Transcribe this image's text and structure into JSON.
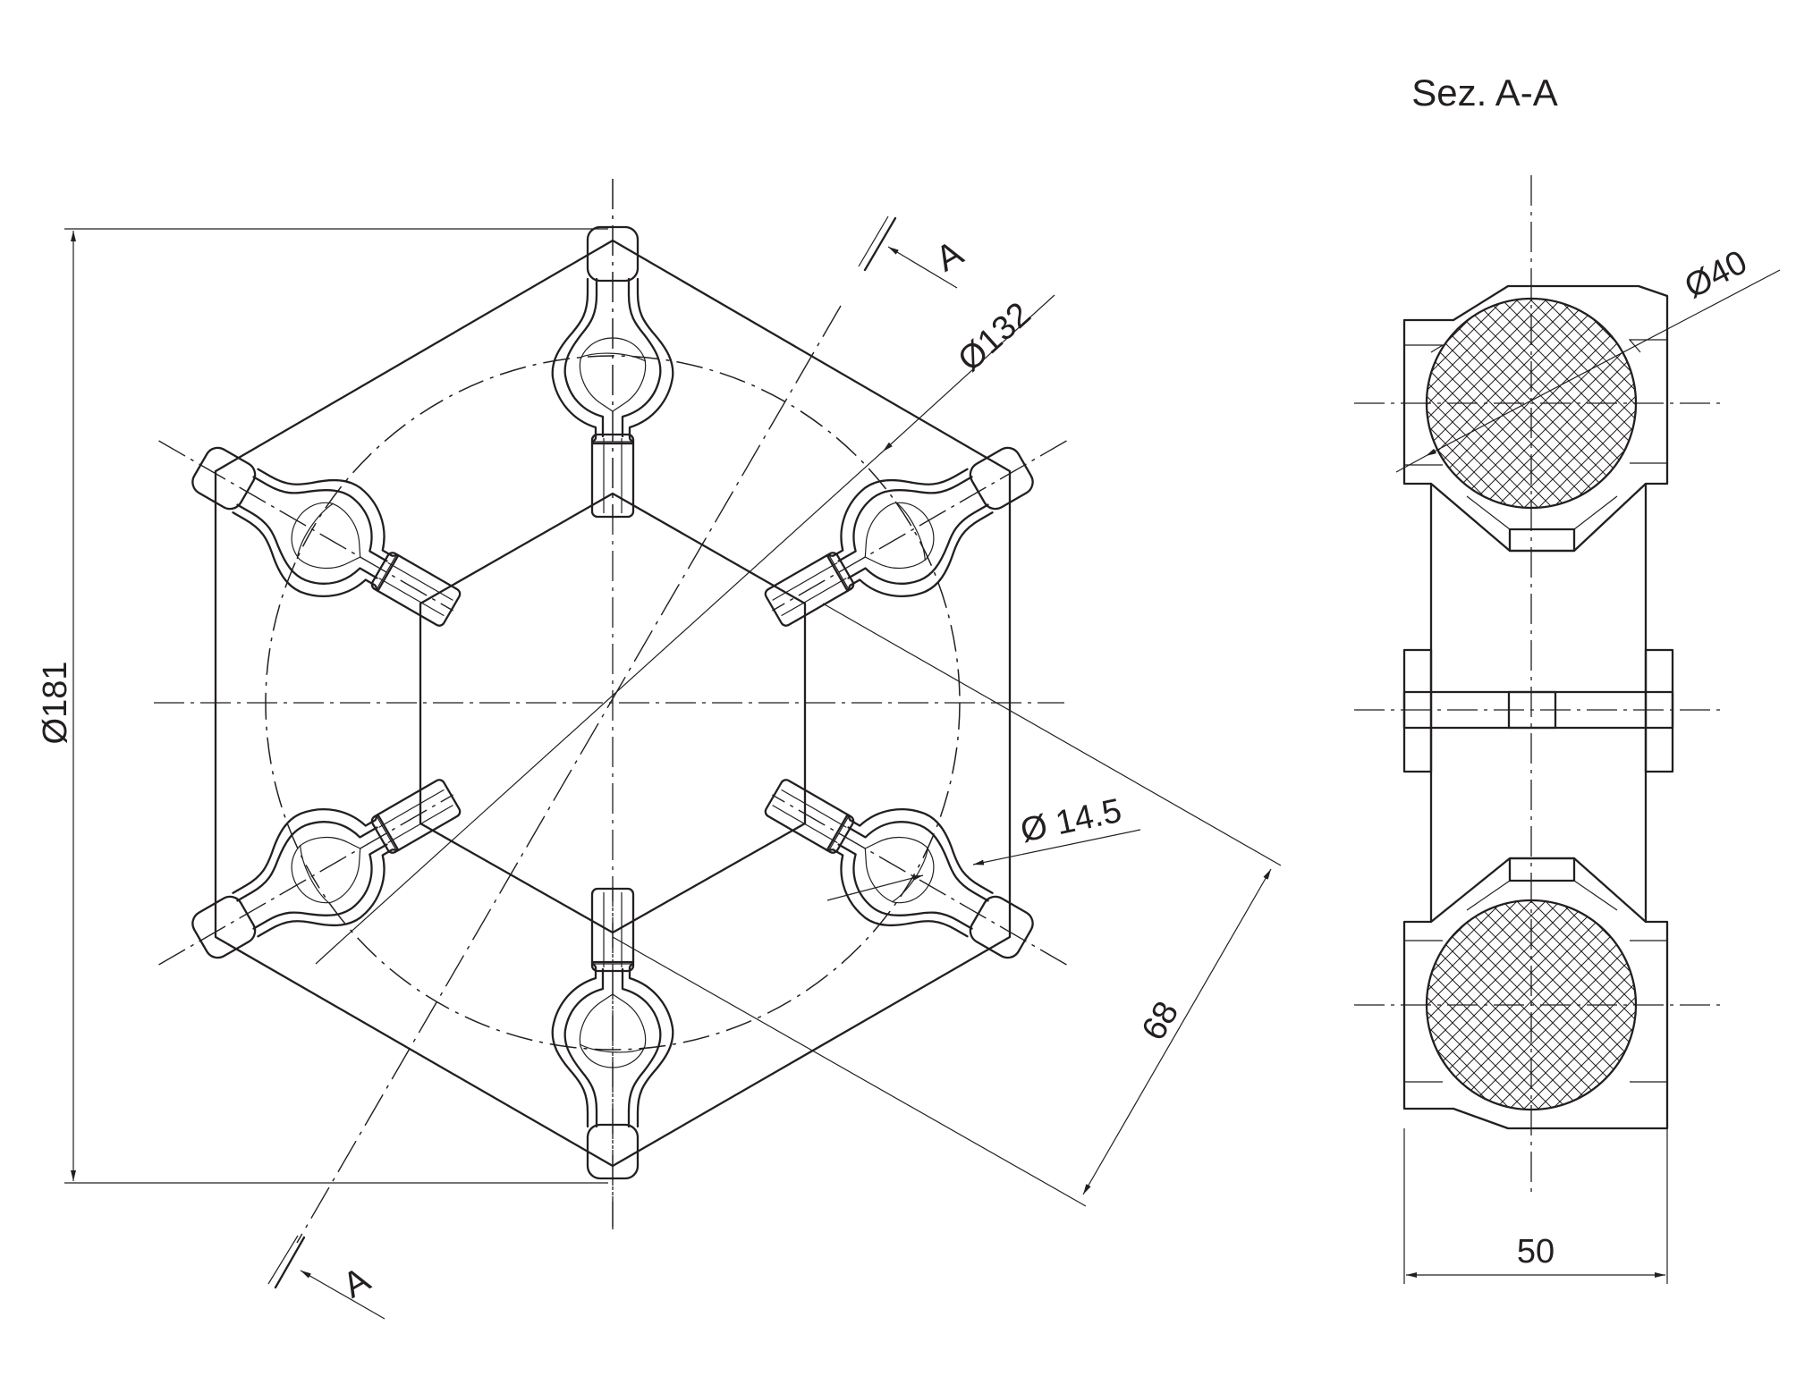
{
  "section_title": "Sez. A-A",
  "dimensions": {
    "outer_diameter": "Ø181",
    "pitch_diameter": "Ø132",
    "hole_diameter": "Ø 14.5",
    "center_distance": "68",
    "bar_diameter": "Ø40",
    "thickness": "50"
  },
  "section_marks": {
    "top": "A",
    "bottom": "A"
  },
  "colors": {
    "line": "#231f20",
    "hatch": "#231f20",
    "background": "#ffffff"
  }
}
